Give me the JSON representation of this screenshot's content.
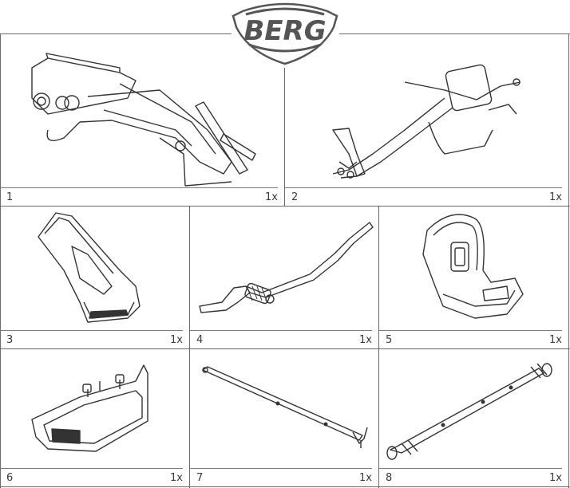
{
  "brand": {
    "name": "BERG"
  },
  "parts": [
    {
      "number": "1",
      "quantity": "1x",
      "icon": "frame-rear-icon"
    },
    {
      "number": "2",
      "quantity": "1x",
      "icon": "frame-front-icon"
    },
    {
      "number": "3",
      "quantity": "1x",
      "icon": "front-cover-icon"
    },
    {
      "number": "4",
      "quantity": "1x",
      "icon": "handlebar-icon"
    },
    {
      "number": "5",
      "quantity": "1x",
      "icon": "seat-icon"
    },
    {
      "number": "6",
      "quantity": "1x",
      "icon": "bumper-icon"
    },
    {
      "number": "7",
      "quantity": "1x",
      "icon": "rear-axle-icon"
    },
    {
      "number": "8",
      "quantity": "1x",
      "icon": "front-axle-icon"
    }
  ]
}
